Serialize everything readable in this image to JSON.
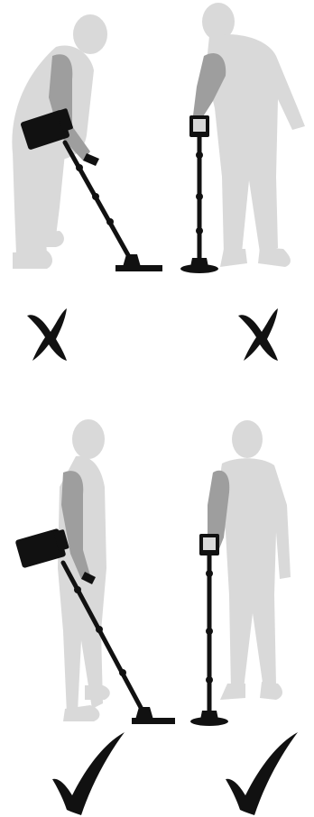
{
  "colors": {
    "background": "#ffffff",
    "silhouette_light": "#d9d9d9",
    "silhouette_arm": "#9e9e9e",
    "detector": "#111111",
    "mark": "#111111"
  },
  "panels": [
    {
      "id": "bent-over-posture",
      "verdict": "incorrect",
      "mark_icon": "cross-icon",
      "view": "side"
    },
    {
      "id": "slouched-front-posture",
      "verdict": "incorrect",
      "mark_icon": "cross-icon",
      "view": "front"
    },
    {
      "id": "upright-side-posture",
      "verdict": "correct",
      "mark_icon": "check-icon",
      "view": "side"
    },
    {
      "id": "upright-front-posture",
      "verdict": "correct",
      "mark_icon": "check-icon",
      "view": "front"
    }
  ]
}
